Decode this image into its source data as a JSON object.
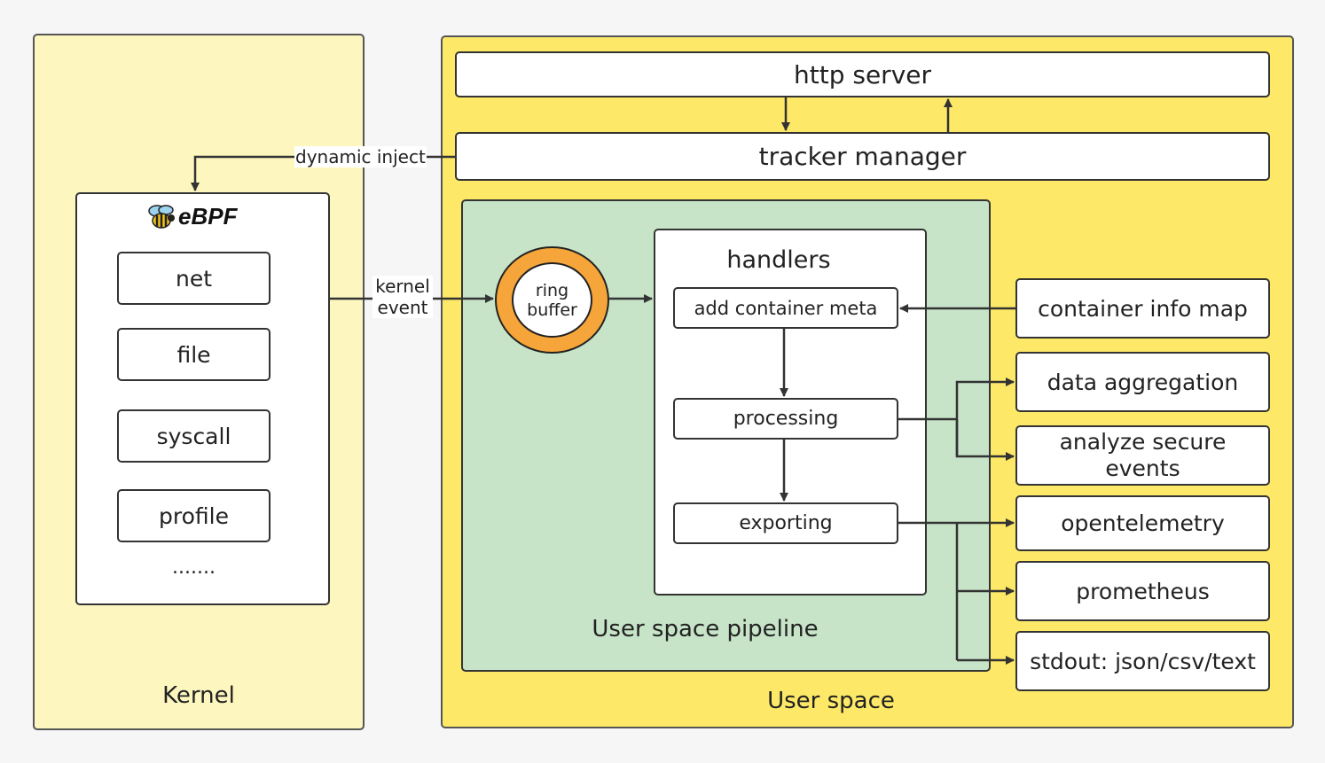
{
  "regions": {
    "kernel": "Kernel",
    "user_space": "User space",
    "pipeline": "User space pipeline"
  },
  "top": {
    "http_server": "http server",
    "tracker_manager": "tracker manager"
  },
  "edges": {
    "dynamic_inject": "dynamic inject",
    "kernel_event": [
      "kernel",
      "event"
    ]
  },
  "ebpf": {
    "logo_text": "eBPF",
    "probes": [
      "net",
      "file",
      "syscall",
      "profile"
    ],
    "more": "......."
  },
  "ring_buffer": [
    "ring",
    "buffer"
  ],
  "handlers": {
    "title": "handlers",
    "steps": [
      "add container meta",
      "processing",
      "exporting"
    ]
  },
  "side": {
    "container_info_map": "container info map",
    "data_aggregation": "data aggregation",
    "analyze_secure_events": [
      "analyze secure",
      "events"
    ],
    "opentelemetry": "opentelemetry",
    "prometheus": "prometheus",
    "stdout": "stdout: json/csv/text"
  },
  "colors": {
    "kernel_bg": "#fdf7bf",
    "user_space_bg": "#fde967",
    "pipeline_bg": "#c7e4c9",
    "ring": "#f5a53a"
  }
}
